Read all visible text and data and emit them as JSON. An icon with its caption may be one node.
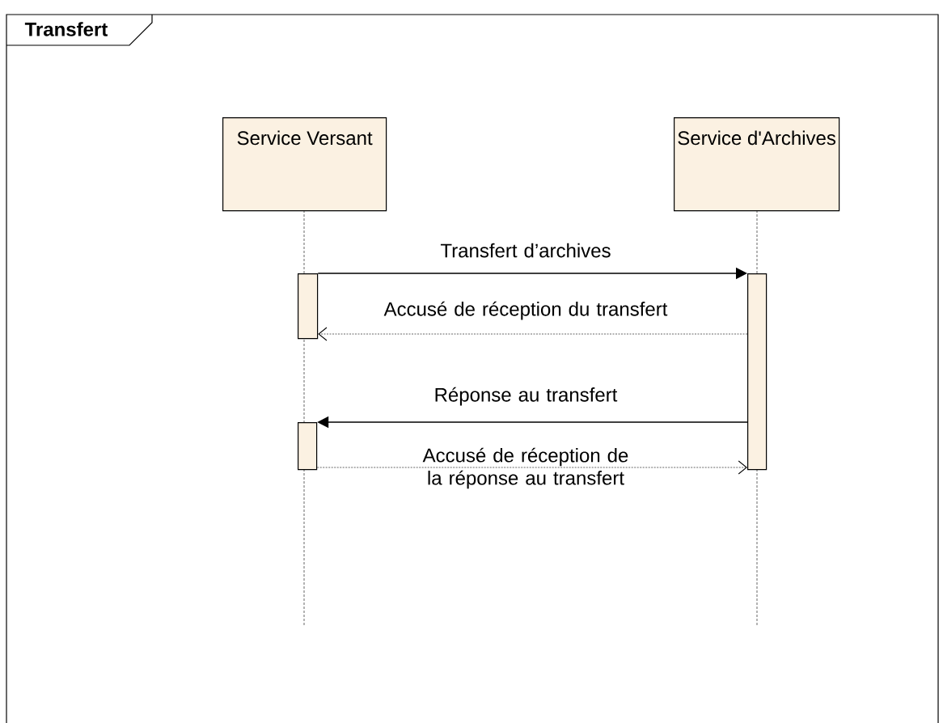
{
  "diagram": {
    "nodes": [
      {
        "text": [
          "Transfert"
        ]
      },
      {
        "text": [
          "Service Versant"
        ],
        "in": 0
      },
      {
        "text": [
          "Service d'Archives"
        ],
        "in": 0
      },
      {
        "text": [],
        "shape": "bar",
        "in": 0
      },
      {
        "text": [],
        "shape": "bar",
        "in": 0
      },
      {
        "text": [],
        "shape": "bar",
        "in": 0
      }
    ],
    "edges": [
      {
        "from": 3,
        "to": 4,
        "arrow": "to",
        "label": "Transfert d’archives"
      },
      {
        "from": 4,
        "to": 3,
        "arrow": "to",
        "label": "Accusé de réception du transfert",
        "style": "dashed"
      },
      {
        "from": 4,
        "to": 5,
        "arrow": "to",
        "label": "Réponse au transfert"
      },
      {
        "from": 5,
        "to": 4,
        "arrow": "to",
        "label": "Accusé de réception de la réponse au transfert",
        "style": "dashed"
      }
    ]
  }
}
